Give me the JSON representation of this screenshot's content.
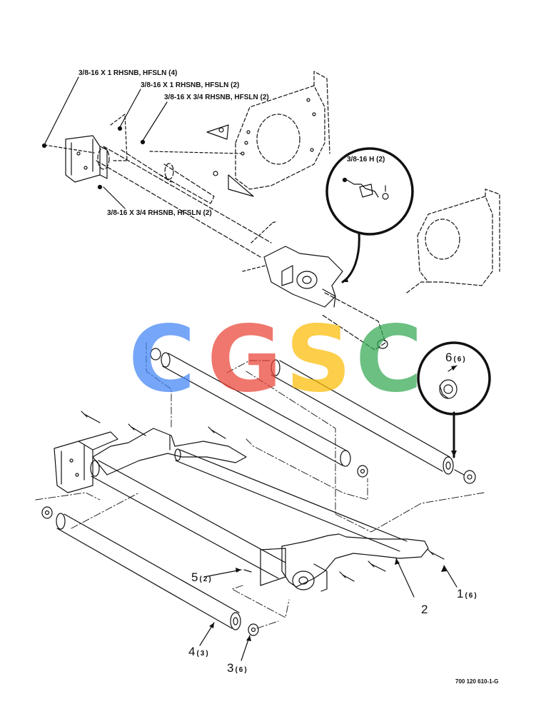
{
  "hardware_labels": [
    "3/8-16 X 1 RHSNB, HFSLN (4)",
    "3/8-16 X 1 RHSNB, HFSLN (2)",
    "3/8-16 X 3/4 RHSNB, HFSLN (2)",
    "3/8-16 X 3/4 RHSNB, HFSLN (2)",
    "3/8-16 H (2)"
  ],
  "callouts": {
    "c1": {
      "num": "1",
      "qty": "(6)"
    },
    "c2": {
      "num": "2",
      "qty": ""
    },
    "c3": {
      "num": "3",
      "qty": "(6)"
    },
    "c4": {
      "num": "4",
      "qty": "(3)"
    },
    "c5": {
      "num": "5",
      "qty": "(2)"
    },
    "c6": {
      "num": "6",
      "qty": "(6)"
    }
  },
  "watermark": {
    "letters": [
      "C",
      "G",
      "S",
      "C"
    ],
    "colors": [
      "#4285f4",
      "#ea4335",
      "#fbbc05",
      "#34a853"
    ]
  },
  "drawing_number": "700 120 610-1-G"
}
